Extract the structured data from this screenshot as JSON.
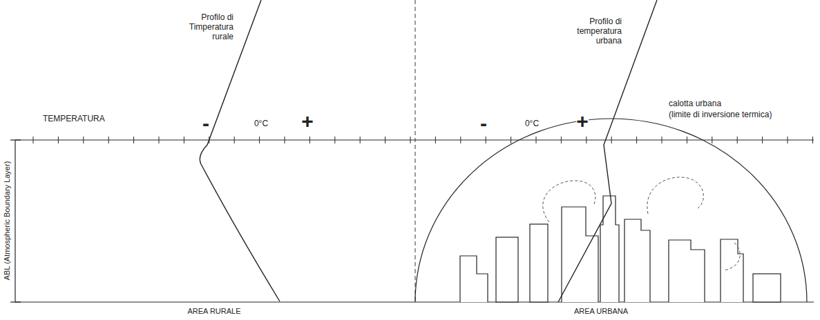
{
  "diagram": {
    "labels": [
      "Profilo di Timperatura rurale",
      "Profilo di temperatura urbana",
      "TEMPERATURA",
      "-",
      "0°C",
      "+",
      "-",
      "0°C",
      "+",
      "calotta urbana",
      "(limite di inversione termica)",
      "ABL (Atmospheric Boundary Layer)",
      "AREA RURALE",
      "AREA URBANA"
    ]
  }
}
